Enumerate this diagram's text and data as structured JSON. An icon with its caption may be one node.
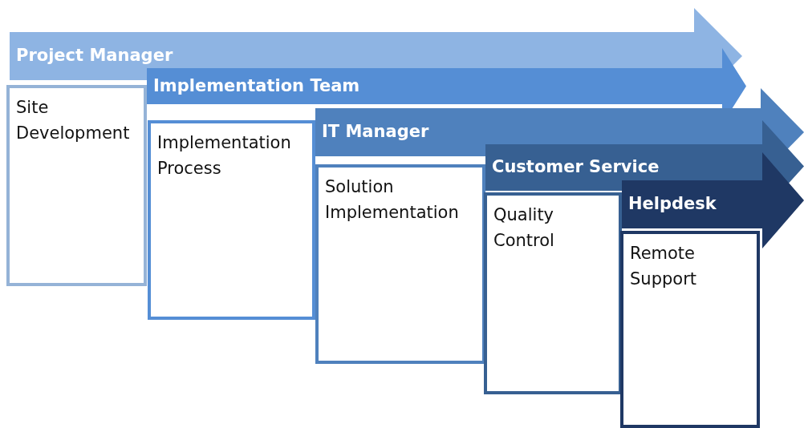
{
  "diagram": {
    "nodes": [
      {
        "text": [
          "Project Manager"
        ]
      },
      {
        "text": [
          "Site Development"
        ]
      },
      {
        "text": [
          "Implementation Team"
        ]
      },
      {
        "text": [
          "Implementation Process"
        ]
      },
      {
        "text": [
          "IT Manager"
        ]
      },
      {
        "text": [
          "Solution Implementation"
        ]
      },
      {
        "text": [
          "Customer Service"
        ]
      },
      {
        "text": [
          "Quality Control"
        ]
      },
      {
        "text": [
          "Helpdesk"
        ]
      },
      {
        "text": [
          "Remote Support"
        ]
      }
    ]
  }
}
